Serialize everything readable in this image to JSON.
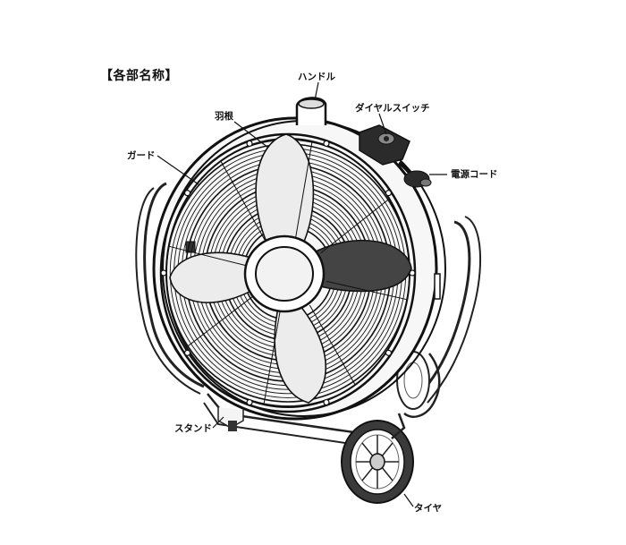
{
  "heading": "【各部名称】",
  "labels": {
    "handle": "ハンドル",
    "dial_switch": "ダイヤルスイッチ",
    "blade": "羽根",
    "guard": "ガード",
    "power_cord": "電源コード",
    "stand": "スタンド",
    "tire": "タイヤ"
  }
}
